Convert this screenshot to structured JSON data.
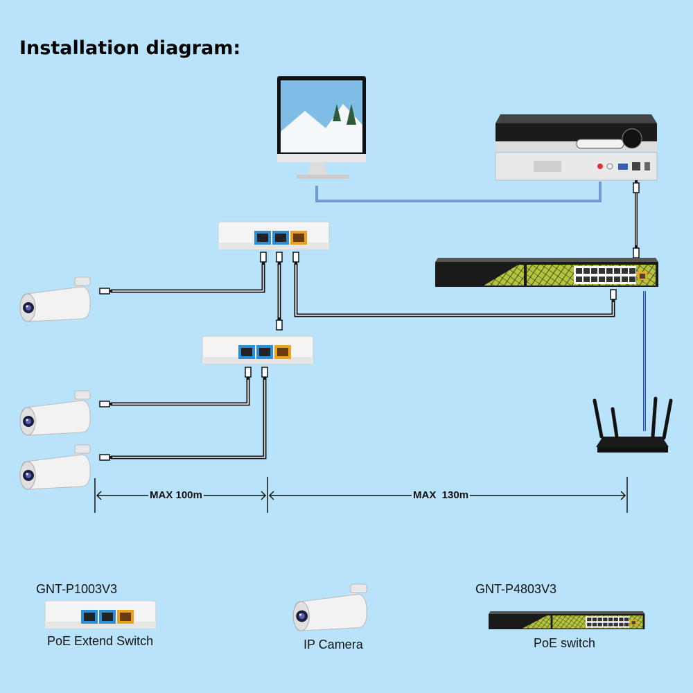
{
  "title": "Installation diagram:",
  "dimensions": {
    "segment1": "MAX 100m",
    "segment2": "MAX  130m"
  },
  "legend": {
    "extender": {
      "model": "GNT-P1003V3",
      "name": "PoE Extend Switch"
    },
    "camera": {
      "name": "IP Camera"
    },
    "switch": {
      "model": "GNT-P4803V3",
      "name": "PoE switch"
    }
  },
  "colors": {
    "background": "#b9e3fa",
    "cable_black": "#111111",
    "cable_blue": "#2850a8",
    "switch_accent": "#b5c43a",
    "port_blue": "#2a8fd6",
    "port_uplink": "#e8a21c"
  }
}
